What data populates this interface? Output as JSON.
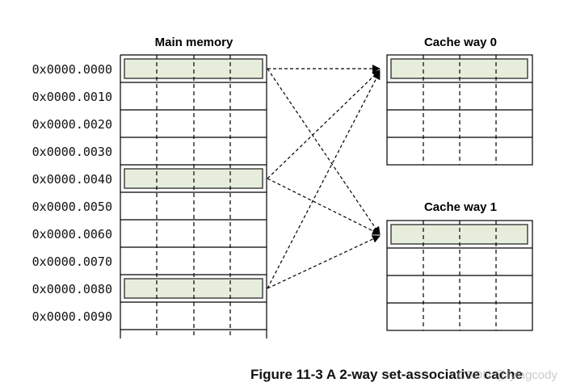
{
  "main_memory": {
    "title": "Main memory",
    "addresses": [
      "0x0000.0000",
      "0x0000.0010",
      "0x0000.0020",
      "0x0000.0030",
      "0x0000.0040",
      "0x0000.0050",
      "0x0000.0060",
      "0x0000.0070",
      "0x0000.0080",
      "0x0000.0090"
    ]
  },
  "cache_way_0": {
    "title": "Cache way 0"
  },
  "cache_way_1": {
    "title": "Cache way 1"
  },
  "caption": "Figure 11-3 A 2-way set-associative cache",
  "watermark": "CSDN @lyingcody",
  "colors": {
    "highlight_fill": "#e6eedb",
    "line": "#000000"
  }
}
